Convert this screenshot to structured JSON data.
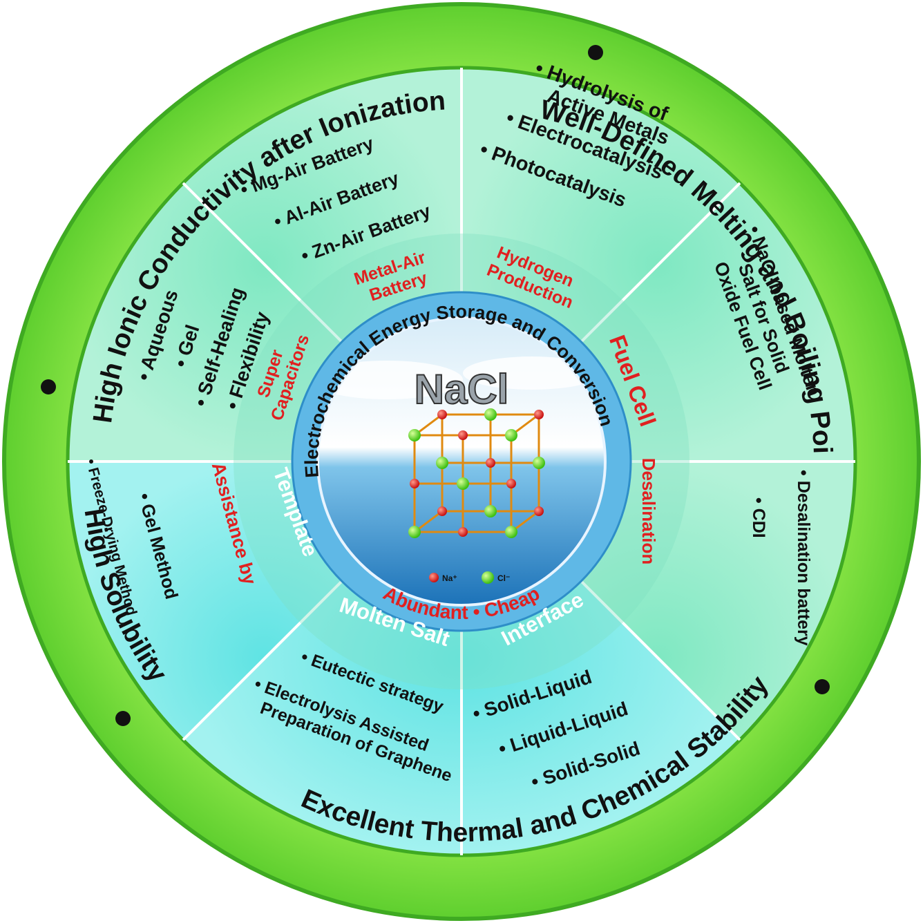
{
  "outer_ring": {
    "arc_labels": [
      "High Ionic Conductivity after Ionization",
      "Well-Defined Melting and Boiling Points",
      "Excellent Thermal and Chemical Stability",
      "High Solubility"
    ],
    "colors": {
      "ring": "#8fe83a",
      "edge": "#3faa22"
    }
  },
  "inner_ring": {
    "top_label": "Electrochemical Energy Storage and Conversion",
    "bottom_left": "Abundant",
    "bottom_right": "Cheap"
  },
  "center": {
    "title": "NaCl",
    "legend_na": "Na⁺",
    "legend_cl": "Cl⁻"
  },
  "sectors": [
    {
      "id": "metal-air",
      "category": [
        "Metal-Air",
        "Battery"
      ],
      "items": [
        "Mg-Air Battery",
        "Al-Air Battery",
        "Zn-Air Battery"
      ]
    },
    {
      "id": "hydrogen",
      "category": [
        "Hydrogen",
        "Production"
      ],
      "items": [
        "Hydrolysis of",
        "Active Metals",
        "Electrocatalysis",
        "Photocatalysis"
      ]
    },
    {
      "id": "fuel-cell",
      "category": [
        "Fuel Cell"
      ],
      "items": [
        "NaCl-based Molten",
        "Salt for Solid",
        "Oxide Fuel Cell"
      ]
    },
    {
      "id": "desalination",
      "category": [
        "Desalination"
      ],
      "items": [
        "Desalination battery",
        "CDI"
      ]
    },
    {
      "id": "interface",
      "category": [
        "Interface"
      ],
      "items": [
        "Solid-Liquid",
        "Liquid-Liquid",
        "Solid-Solid"
      ]
    },
    {
      "id": "molten-salt",
      "category": [
        "Molten Salt"
      ],
      "items": [
        "Eutectic strategy",
        "Electrolysis Assisted",
        "Preparation of Graphene"
      ]
    },
    {
      "id": "template",
      "category": [
        "Template"
      ],
      "category_red": [
        "Assistance by"
      ],
      "items": [
        "Gel Method",
        "Freeze-Drying Method"
      ]
    },
    {
      "id": "supercapacitors",
      "category": [
        "Super",
        "Capacitors"
      ],
      "items": [
        "Aqueous",
        "Gel",
        "Self-Healing",
        "Flexibility"
      ]
    }
  ],
  "colors": {
    "upper_sector": "#a6f2cf",
    "lower_sector": "#90f2f2",
    "category_red": "#e02020",
    "inner_ring": "#5fb8e6"
  }
}
